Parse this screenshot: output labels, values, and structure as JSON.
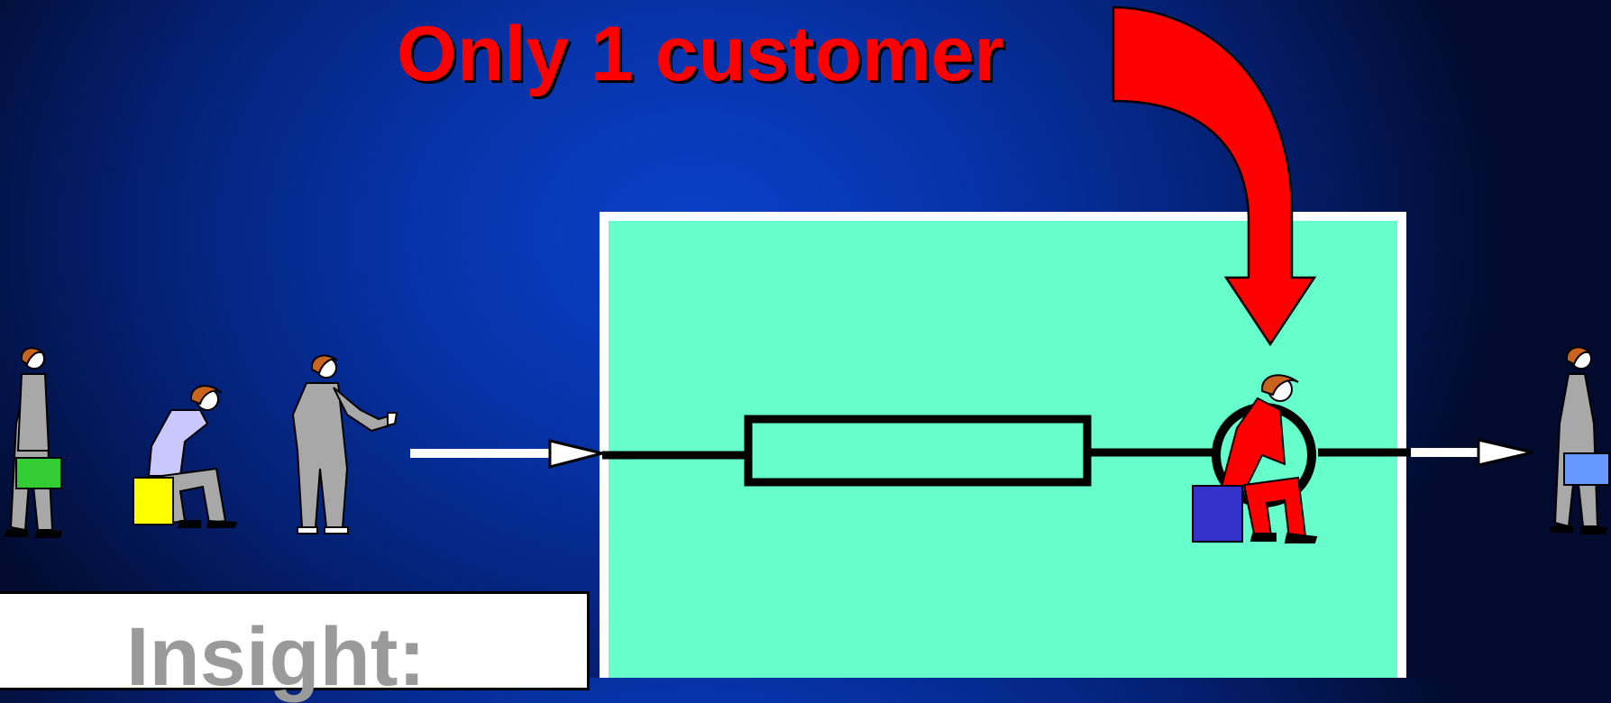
{
  "title": "Only 1 customer",
  "insight": {
    "label": "Insight:"
  },
  "colors": {
    "title": "#ff0000",
    "server_area": "#66ffcc",
    "server_border": "#ffffff",
    "highlight_arrow": "#ff0000",
    "customer_in_service": "#ff0000",
    "insight_text": "#9a9a9a"
  },
  "figures": [
    {
      "name": "waiting-customer-standing",
      "briefcase": "#33cc33"
    },
    {
      "name": "waiting-customer-seated",
      "box": "#ffff00"
    },
    {
      "name": "waiting-customer-pointing"
    },
    {
      "name": "customer-in-service",
      "box": "#3333cc"
    },
    {
      "name": "departing-customer",
      "briefcase": "#6699ff"
    }
  ]
}
